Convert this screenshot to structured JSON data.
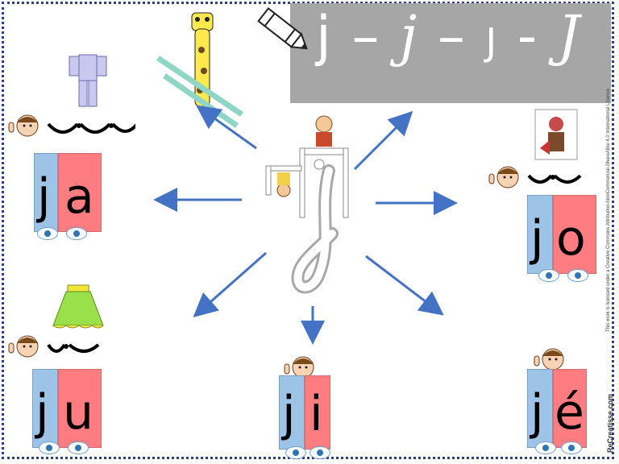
{
  "banner": {
    "text_j1": "j",
    "dash1": "–",
    "text_j2": "j",
    "dash2": "–",
    "text_j3": "J",
    "dash3": "-",
    "text_j4": "J"
  },
  "center_letter": "j",
  "cards": {
    "ja": {
      "c1": "j",
      "c2": "a"
    },
    "jo": {
      "c1": "j",
      "c2": "o"
    },
    "ju": {
      "c1": "j",
      "c2": "u"
    },
    "ji": {
      "c1": "j",
      "c2": "i"
    },
    "je": {
      "c1": "j",
      "c2": "é"
    }
  },
  "credits": {
    "license": "This work is licensed under a Creative Commons Attribution-NonCommercial-ShareAlike 4.0 International License.",
    "brand": "ReCreatisse.com"
  },
  "colors": {
    "banner_bg": "#a6a6a6",
    "consonant_col": "#9dc3e6",
    "vowel_col": "#ff7c80",
    "arrow": "#4472c4",
    "frame": "#2b3f8c"
  }
}
